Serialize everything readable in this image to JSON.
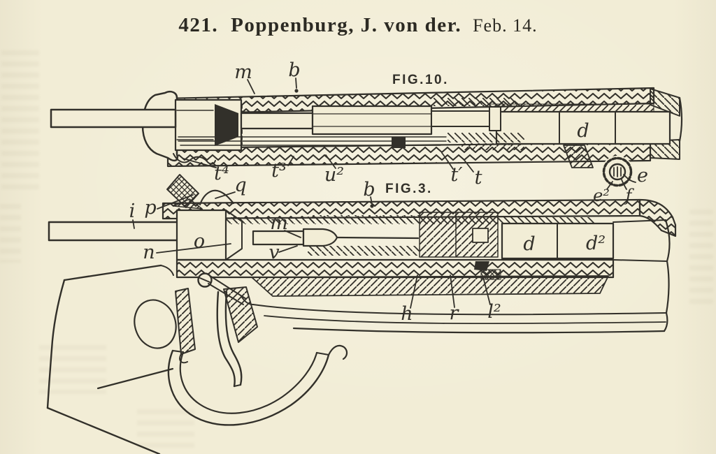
{
  "header": {
    "number": "421.",
    "name": "Poppenburg, J. von der.",
    "date": "Feb. 14."
  },
  "fig10": {
    "caption": "FIG.10.",
    "labels": {
      "m": "m",
      "b": "b",
      "t4": "t⁴",
      "t3": "t³",
      "u2": "u²",
      "t1": "t′",
      "t": "t",
      "d": "d",
      "e": "e",
      "e2": "e²",
      "f": "f"
    }
  },
  "fig3": {
    "caption": "FIG.3.",
    "labels": {
      "q": "q",
      "i": "i",
      "p": "p",
      "o": "o",
      "n": "n",
      "m": "m",
      "v": "v",
      "b": "b",
      "h": "h",
      "r": "r",
      "l2": "l²",
      "d": "d",
      "d2": "d²"
    }
  }
}
